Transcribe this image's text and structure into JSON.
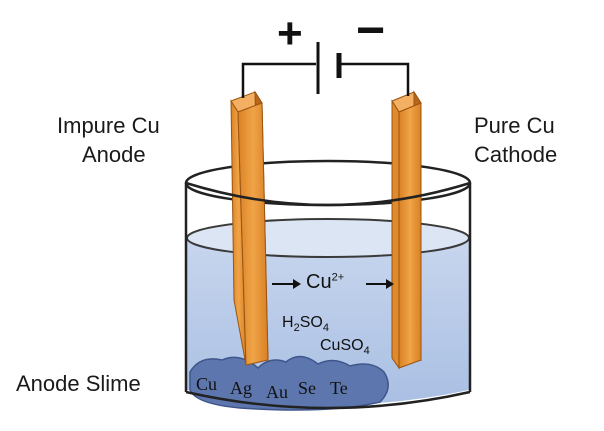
{
  "battery": {
    "positive": "+",
    "negative": "−"
  },
  "anode": {
    "line1": "Impure Cu",
    "line2": "Anode"
  },
  "cathode": {
    "line1": "Pure Cu",
    "line2": "Cathode"
  },
  "ion_flow": {
    "arrow_left": "→",
    "ion": "Cu",
    "charge": "2+",
    "arrow_right": "→"
  },
  "electrolyte": {
    "acid": {
      "base": "H",
      "sub1": "2",
      "mid": "SO",
      "sub2": "4"
    },
    "salt": {
      "base": "CuSO",
      "sub": "4"
    }
  },
  "slime": {
    "label": "Anode Slime",
    "elements": [
      "Cu",
      "Ag",
      "Au",
      "Se",
      "Te"
    ]
  },
  "colors": {
    "electrode": "#e5902e",
    "electrode_dark": "#b8661a",
    "solution": "#b9cbe7",
    "slime": "#5d76ad",
    "wire": "#111111"
  }
}
